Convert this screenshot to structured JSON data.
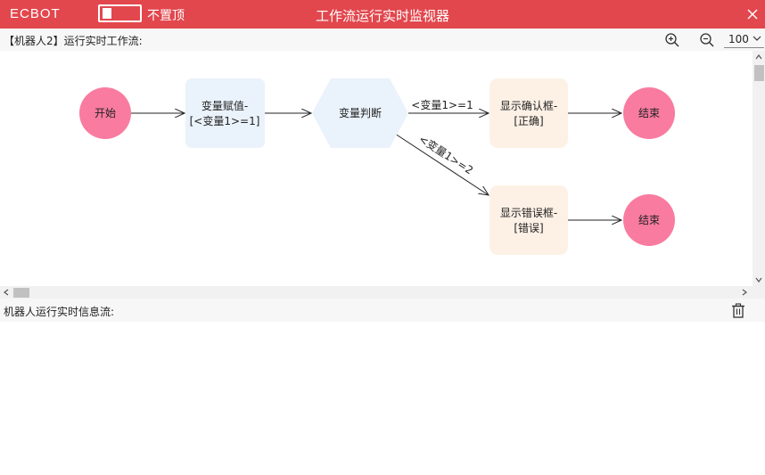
{
  "titlebar": {
    "brand": "ECBOT",
    "pin_label": "不置顶",
    "window_title": "工作流运行实时监视器",
    "color": "#e2474d"
  },
  "workflow": {
    "title": "【机器人2】运行实时工作流:",
    "zoom_value": "100",
    "nodes": {
      "start": "开始",
      "assign_line1": "变量赋值-",
      "assign_line2": "[<变量1>=1]",
      "judge": "变量判断",
      "confirm_line1": "显示确认框-",
      "confirm_line2": "[正确]",
      "error_line1": "显示错误框-",
      "error_line2": "[错误]",
      "end1": "结束",
      "end2": "结束"
    },
    "edges": {
      "cond1": "<变量1>=1",
      "cond2": "<变量1>=2"
    },
    "colors": {
      "terminal": "#f97ba0",
      "action": "#eaf2fb",
      "decision": "#eaf2fb",
      "dialog": "#fdf1e6"
    }
  },
  "info": {
    "title": "机器人运行实时信息流:"
  },
  "icons": [
    "close-icon",
    "zoom-in-icon",
    "zoom-out-icon",
    "chevron-down-icon",
    "trash-icon",
    "arrow-up-icon",
    "arrow-down-icon",
    "arrow-left-icon",
    "arrow-right-icon"
  ]
}
